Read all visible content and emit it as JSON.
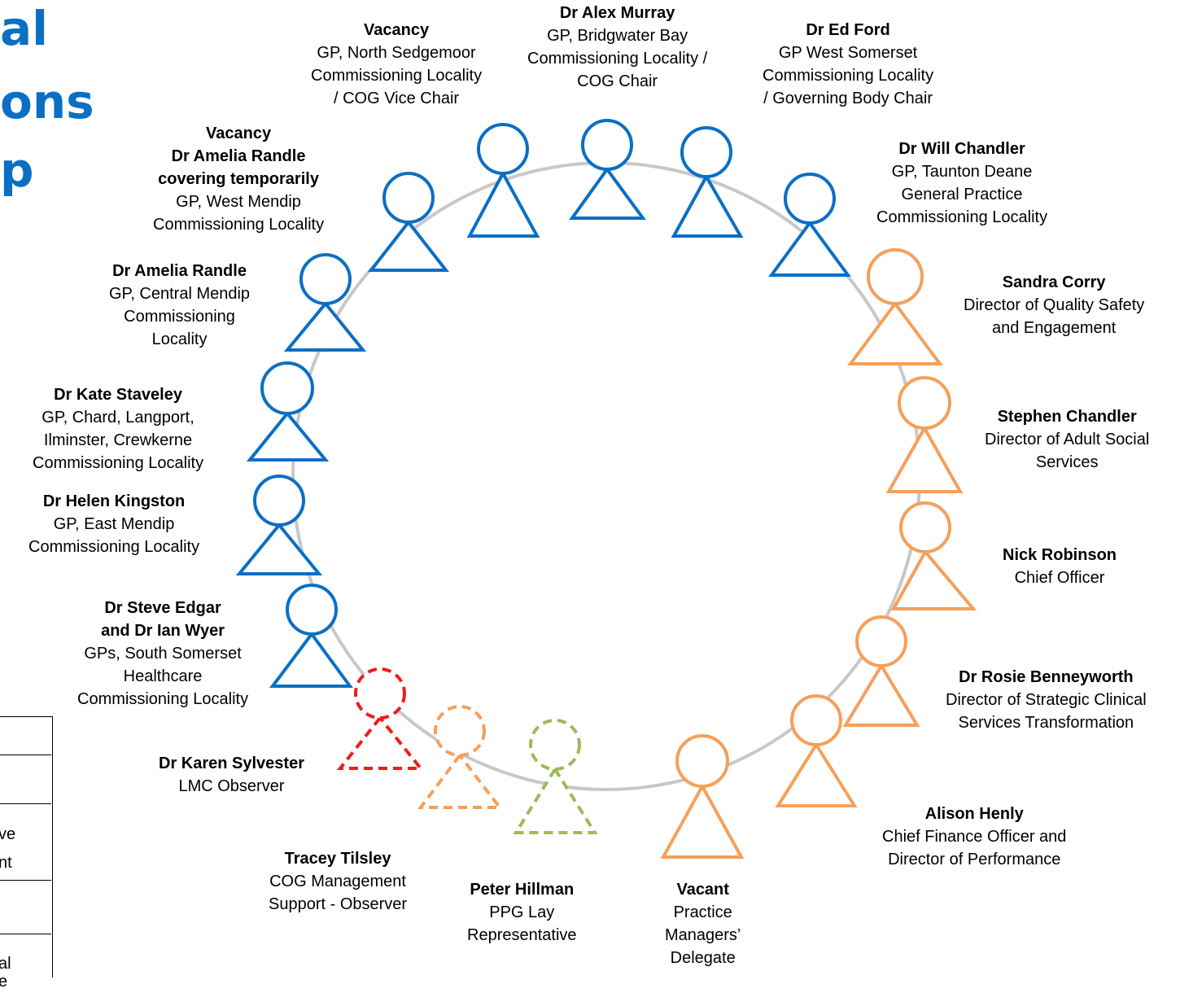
{
  "title_fragments": [
    "al",
    "ons",
    "p"
  ],
  "members": [
    {
      "id": "vac-ns",
      "name_lines": [
        "Vacancy"
      ],
      "desc_lines": [
        "GP, North Sedgemoor",
        "Commissioning Locality",
        "/ COG Vice Chair"
      ],
      "color": "#0b6fc4",
      "style": "solid"
    },
    {
      "id": "murray",
      "name_lines": [
        "Dr Alex Murray"
      ],
      "desc_lines": [
        "GP, Bridgwater Bay",
        "Commissioning Locality /",
        "COG Chair"
      ],
      "color": "#0b6fc4",
      "style": "solid"
    },
    {
      "id": "ford",
      "name_lines": [
        "Dr Ed Ford"
      ],
      "desc_lines": [
        "GP West Somerset",
        "Commissioning Locality",
        "/ Governing Body Chair"
      ],
      "color": "#0b6fc4",
      "style": "solid"
    },
    {
      "id": "chandler-w",
      "name_lines": [
        "Dr Will Chandler"
      ],
      "desc_lines": [
        "GP, Taunton Deane",
        "General Practice",
        "Commissioning Locality"
      ],
      "color": "#0b6fc4",
      "style": "solid"
    },
    {
      "id": "vac-wm",
      "name_lines": [
        "Vacancy",
        "Dr Amelia Randle",
        "covering temporarily"
      ],
      "desc_lines": [
        "GP, West Mendip",
        "Commissioning Locality"
      ],
      "color": "#0b6fc4",
      "style": "solid"
    },
    {
      "id": "randle",
      "name_lines": [
        "Dr Amelia Randle"
      ],
      "desc_lines": [
        "GP, Central Mendip",
        "Commissioning",
        "Locality"
      ],
      "color": "#0b6fc4",
      "style": "solid"
    },
    {
      "id": "staveley",
      "name_lines": [
        "Dr Kate Staveley"
      ],
      "desc_lines": [
        "GP, Chard, Langport,",
        "Ilminster, Crewkerne",
        "Commissioning Locality"
      ],
      "color": "#0b6fc4",
      "style": "solid"
    },
    {
      "id": "kingston",
      "name_lines": [
        "Dr Helen Kingston"
      ],
      "desc_lines": [
        "GP, East Mendip",
        "Commissioning Locality"
      ],
      "color": "#0b6fc4",
      "style": "solid"
    },
    {
      "id": "edgar",
      "name_lines": [
        "Dr Steve Edgar",
        "and Dr Ian Wyer"
      ],
      "desc_lines": [
        "GPs, South Somerset",
        "Healthcare",
        "Commissioning Locality"
      ],
      "color": "#0b6fc4",
      "style": "solid"
    },
    {
      "id": "sylvester",
      "name_lines": [
        "Dr Karen Sylvester"
      ],
      "desc_lines": [
        "LMC Observer"
      ],
      "color": "#ee1c1c",
      "style": "dashed"
    },
    {
      "id": "tilsley",
      "name_lines": [
        "Tracey Tilsley"
      ],
      "desc_lines": [
        "COG Management",
        "Support - Observer"
      ],
      "color": "#f4a05a",
      "style": "dashed"
    },
    {
      "id": "hillman",
      "name_lines": [
        "Peter Hillman"
      ],
      "desc_lines": [
        "PPG Lay",
        "Representative"
      ],
      "color": "#9bbb59",
      "style": "dashed"
    },
    {
      "id": "vac-pm",
      "name_lines": [
        "Vacant"
      ],
      "desc_lines": [
        "Practice",
        "Managers’",
        "Delegate"
      ],
      "color": "#f4a05a",
      "style": "solid"
    },
    {
      "id": "henly",
      "name_lines": [
        "Alison Henly"
      ],
      "desc_lines": [
        "Chief Finance Officer and",
        "Director of Performance"
      ],
      "color": "#f4a05a",
      "style": "solid"
    },
    {
      "id": "benneyworth",
      "name_lines": [
        "Dr Rosie Benneyworth"
      ],
      "desc_lines": [
        "Director of Strategic Clinical",
        "Services Transformation"
      ],
      "color": "#f4a05a",
      "style": "solid"
    },
    {
      "id": "robinson",
      "name_lines": [
        "Nick Robinson"
      ],
      "desc_lines": [
        "Chief Officer"
      ],
      "color": "#f4a05a",
      "style": "solid"
    },
    {
      "id": "chandler-s",
      "name_lines": [
        "Stephen Chandler"
      ],
      "desc_lines": [
        "Director of Adult Social",
        "Services"
      ],
      "color": "#f4a05a",
      "style": "solid"
    },
    {
      "id": "corry",
      "name_lines": [
        "Sandra Corry"
      ],
      "desc_lines": [
        "Director of Quality  Safety",
        "and Engagement"
      ],
      "color": "#f4a05a",
      "style": "solid"
    }
  ],
  "table_fragments": [
    "ve",
    "nt",
    "al",
    "e"
  ],
  "colors": {
    "ring": "#c8c8c8",
    "title": "#0b6fc4"
  }
}
